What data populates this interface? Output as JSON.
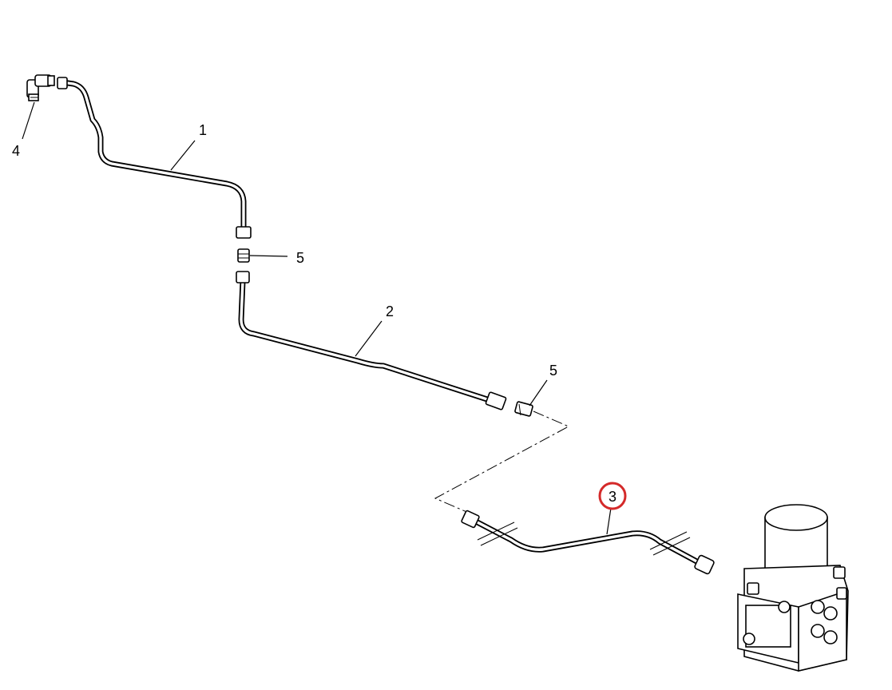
{
  "diagram": {
    "callouts": [
      {
        "id": "c1",
        "text": "1"
      },
      {
        "id": "c2",
        "text": "2"
      },
      {
        "id": "c3",
        "text": "3",
        "highlighted": true
      },
      {
        "id": "c4",
        "text": "4"
      },
      {
        "id": "c5a",
        "text": "5"
      },
      {
        "id": "c5b",
        "text": "5"
      }
    ],
    "highlight_color": "#d42a2a",
    "line_color": "#000000"
  }
}
